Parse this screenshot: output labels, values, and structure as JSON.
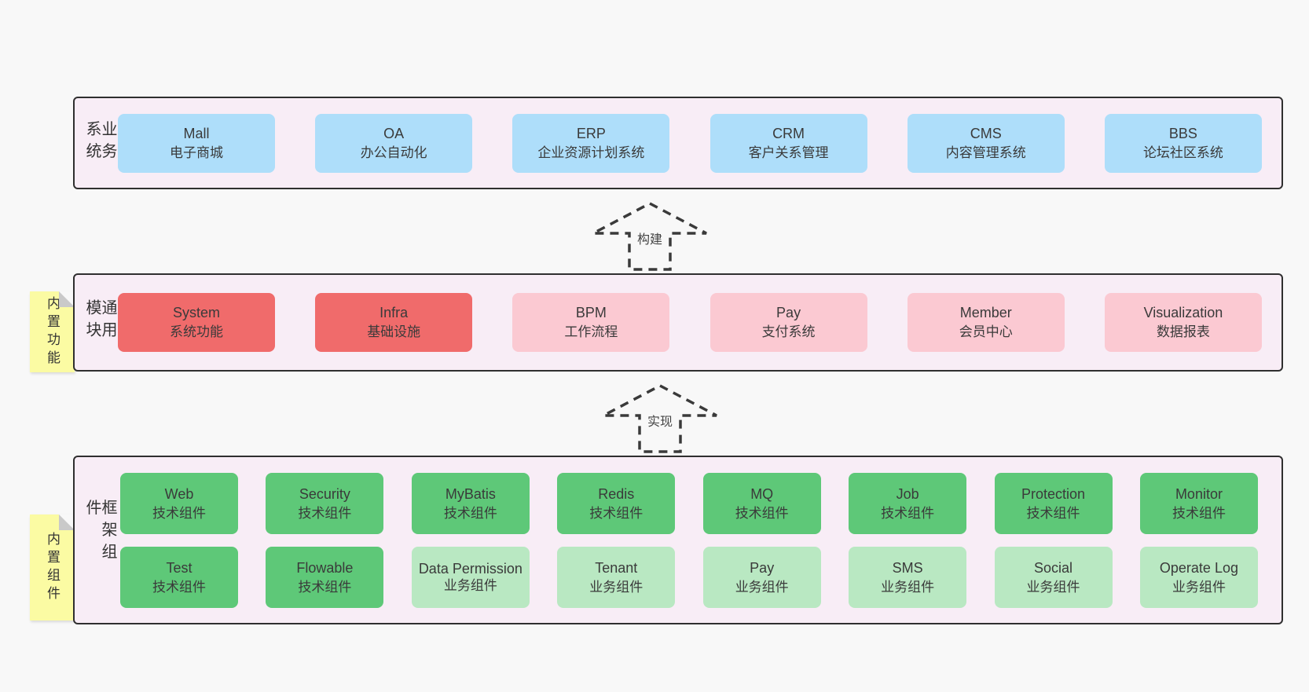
{
  "colors": {
    "page_bg": "#f8f8f8",
    "container_fill": "#f8edf6",
    "container_border": "#2f2f2f",
    "box_blue": "#aedefa",
    "box_red": "#f06b6b",
    "box_pink": "#fbc9d2",
    "box_green": "#5ec878",
    "box_green_light": "#b9e8c2",
    "sticky_yellow": "#fbfba3",
    "sticky_fold": "#c9c9c9",
    "text": "#3a3a3a"
  },
  "business_layer": {
    "side_label": "业务系统",
    "boxes": [
      {
        "title": "Mall",
        "subtitle": "电子商城"
      },
      {
        "title": "OA",
        "subtitle": "办公自动化"
      },
      {
        "title": "ERP",
        "subtitle": "企业资源计划系统"
      },
      {
        "title": "CRM",
        "subtitle": "客户关系管理"
      },
      {
        "title": "CMS",
        "subtitle": "内容管理系统"
      },
      {
        "title": "BBS",
        "subtitle": "论坛社区系统"
      }
    ]
  },
  "arrow_build": {
    "label": "构建"
  },
  "module_layer": {
    "side_label": "通用模块",
    "sticky_label": "内置功能",
    "boxes": [
      {
        "title": "System",
        "subtitle": "系统功能"
      },
      {
        "title": "Infra",
        "subtitle": "基础设施"
      },
      {
        "title": "BPM",
        "subtitle": "工作流程"
      },
      {
        "title": "Pay",
        "subtitle": "支付系统"
      },
      {
        "title": "Member",
        "subtitle": "会员中心"
      },
      {
        "title": "Visualization",
        "subtitle": "数据报表"
      }
    ]
  },
  "arrow_implement": {
    "label": "实现"
  },
  "component_layer": {
    "side_label": "框架组件",
    "sticky_label": "内置组件",
    "row1": [
      {
        "title": "Web",
        "subtitle": "技术组件"
      },
      {
        "title": "Security",
        "subtitle": "技术组件"
      },
      {
        "title": "MyBatis",
        "subtitle": "技术组件"
      },
      {
        "title": "Redis",
        "subtitle": "技术组件"
      },
      {
        "title": "MQ",
        "subtitle": "技术组件"
      },
      {
        "title": "Job",
        "subtitle": "技术组件"
      },
      {
        "title": "Protection",
        "subtitle": "技术组件"
      },
      {
        "title": "Monitor",
        "subtitle": "技术组件"
      }
    ],
    "row2": [
      {
        "title": "Test",
        "subtitle": "技术组件"
      },
      {
        "title": "Flowable",
        "subtitle": "技术组件"
      },
      {
        "title": "Data Permission",
        "subtitle": "业务组件"
      },
      {
        "title": "Tenant",
        "subtitle": "业务组件"
      },
      {
        "title": "Pay",
        "subtitle": "业务组件"
      },
      {
        "title": "SMS",
        "subtitle": "业务组件"
      },
      {
        "title": "Social",
        "subtitle": "业务组件"
      },
      {
        "title": "Operate Log",
        "subtitle": "业务组件"
      }
    ]
  }
}
